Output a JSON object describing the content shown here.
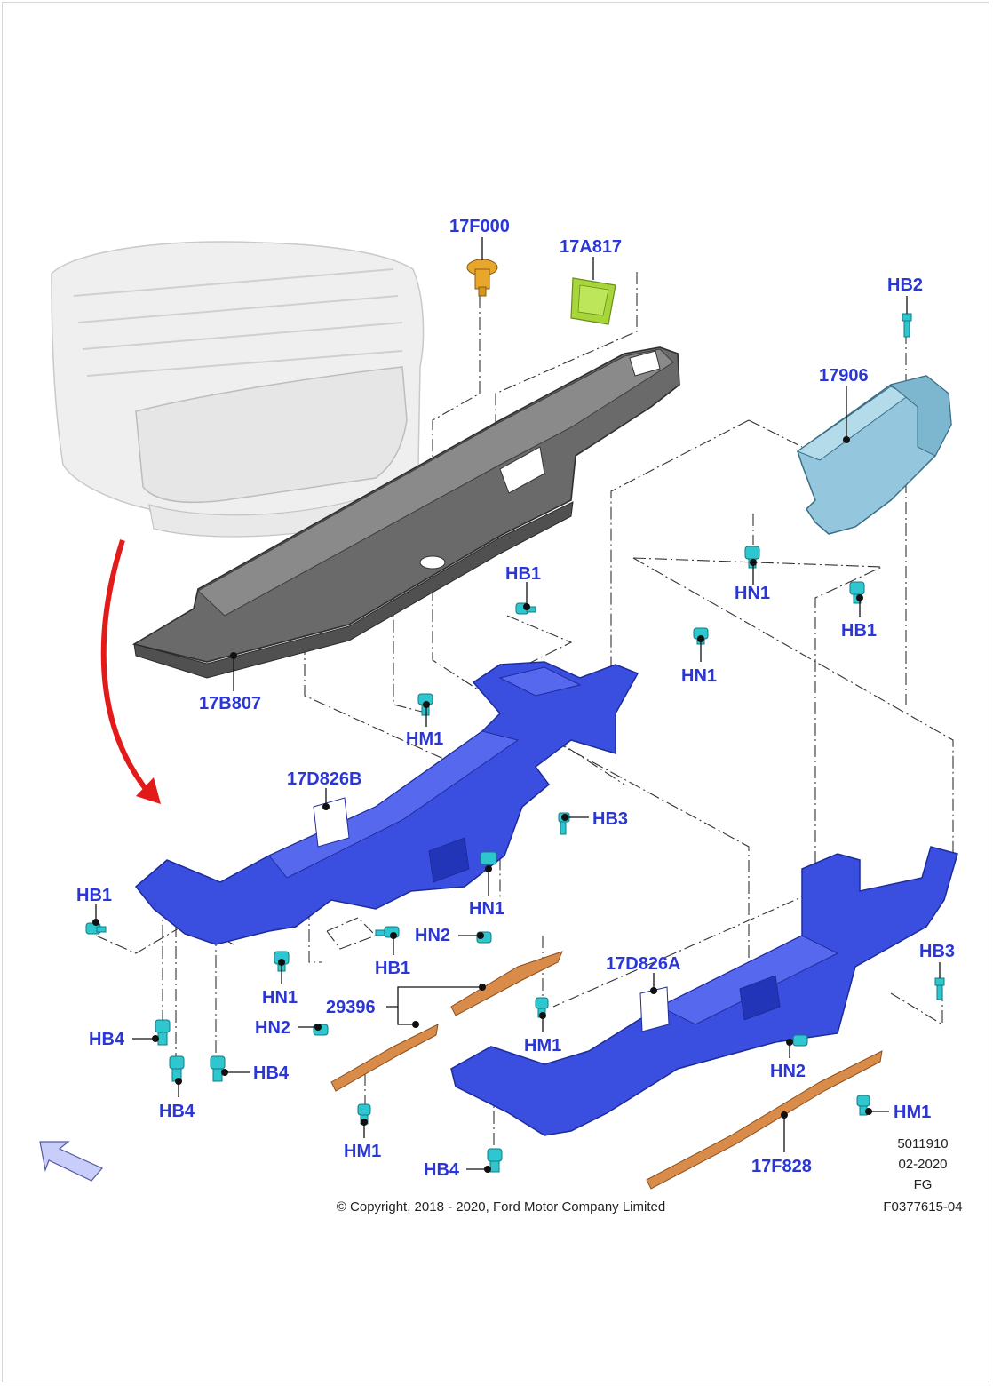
{
  "colors": {
    "callout": "#2a36d6",
    "frame": "#3a4fe0",
    "frame_dark": "#2234b8",
    "step_bumper": "#5f5f5f",
    "step_bumper_dark": "#3c3c3c",
    "end_cap": "#8fc3d9",
    "fastener": "#2fc7cf",
    "trim_strip": "#d98c4a",
    "clip_gold": "#e8a62a",
    "pad_green": "#9ccf2e",
    "red_arrow": "#e31a1a",
    "orientation_arrow": "#c8cdfa",
    "truck_ghost": "#dedede"
  },
  "icons": {
    "view_arrow": "red-curved-arrow-icon",
    "orientation": "front-direction-arrow-icon"
  },
  "callouts": [
    {
      "id": "17F000",
      "label": "17F000"
    },
    {
      "id": "17A817",
      "label": "17A817"
    },
    {
      "id": "HB2",
      "label": "HB2"
    },
    {
      "id": "17906",
      "label": "17906"
    },
    {
      "id": "HN1_endcap",
      "label": "HN1"
    },
    {
      "id": "HB1_endcap",
      "label": "HB1"
    },
    {
      "id": "HB1_step",
      "label": "HB1"
    },
    {
      "id": "HN1_step",
      "label": "HN1"
    },
    {
      "id": "17B807",
      "label": "17B807"
    },
    {
      "id": "HM1_upper",
      "label": "HM1"
    },
    {
      "id": "17D826B",
      "label": "17D826B"
    },
    {
      "id": "HB3_mid",
      "label": "HB3"
    },
    {
      "id": "HB1_left",
      "label": "HB1"
    },
    {
      "id": "HN1_mid",
      "label": "HN1"
    },
    {
      "id": "HN2_upper",
      "label": "HN2"
    },
    {
      "id": "HB1_lower",
      "label": "HB1"
    },
    {
      "id": "HN1_left",
      "label": "HN1"
    },
    {
      "id": "29396",
      "label": "29396"
    },
    {
      "id": "17D826A",
      "label": "17D826A"
    },
    {
      "id": "HB3_right",
      "label": "HB3"
    },
    {
      "id": "HN2_lower",
      "label": "HN2"
    },
    {
      "id": "HB4_left",
      "label": "HB4"
    },
    {
      "id": "HB4_mid",
      "label": "HB4"
    },
    {
      "id": "HB4_bottom_left",
      "label": "HB4"
    },
    {
      "id": "HM1_mid",
      "label": "HM1"
    },
    {
      "id": "HN2_right",
      "label": "HN2"
    },
    {
      "id": "HM1_right",
      "label": "HM1"
    },
    {
      "id": "HM1_bottom",
      "label": "HM1"
    },
    {
      "id": "HB4_bottom",
      "label": "HB4"
    },
    {
      "id": "17F828",
      "label": "17F828"
    }
  ],
  "meta": {
    "doc_number": "5011910",
    "date": "02-2020",
    "region": "FG",
    "figure_id": "F0377615-04",
    "copyright": "© Copyright, 2018 - 2020, Ford Motor Company Limited"
  }
}
